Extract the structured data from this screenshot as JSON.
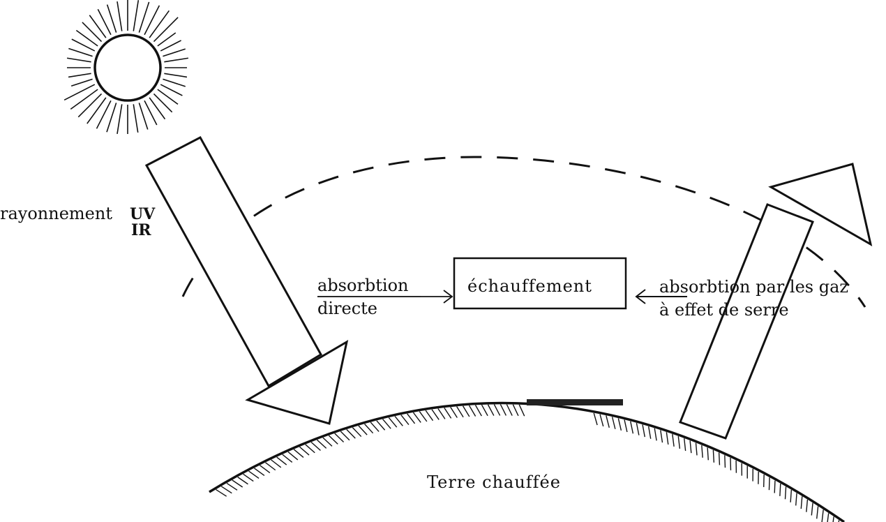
{
  "labels": {
    "radiation": "rayonnement",
    "uv": "UV",
    "ir": "IR",
    "direct_absorption_line1": "absorbtion",
    "direct_absorption_line2": "directe",
    "heating": "échauffement",
    "gas_absorption_line1": "absorbtion par les gaz",
    "gas_absorption_line2": "à effet de serre",
    "earth": "Terre chauffée"
  },
  "colors": {
    "ink": "#111111",
    "background": "#ffffff"
  }
}
